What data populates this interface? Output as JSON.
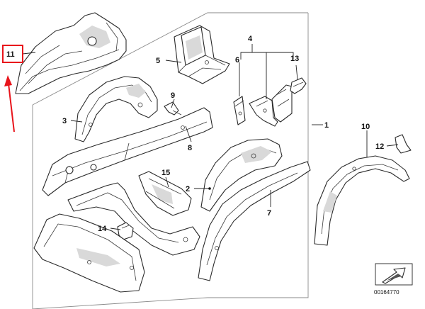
{
  "diagram": {
    "callouts": [
      {
        "id": "callout-1",
        "label": "1"
      },
      {
        "id": "callout-2",
        "label": "2"
      },
      {
        "id": "callout-3",
        "label": "3"
      },
      {
        "id": "callout-4",
        "label": "4"
      },
      {
        "id": "callout-5",
        "label": "5"
      },
      {
        "id": "callout-6",
        "label": "6"
      },
      {
        "id": "callout-7",
        "label": "7"
      },
      {
        "id": "callout-8",
        "label": "8"
      },
      {
        "id": "callout-9",
        "label": "9"
      },
      {
        "id": "callout-10",
        "label": "10"
      },
      {
        "id": "callout-11",
        "label": "11"
      },
      {
        "id": "callout-12",
        "label": "12"
      },
      {
        "id": "callout-13",
        "label": "13"
      },
      {
        "id": "callout-14",
        "label": "14"
      },
      {
        "id": "callout-15",
        "label": "15"
      }
    ],
    "diagram_number": "00164770",
    "highlight_color": "#e8141b"
  }
}
